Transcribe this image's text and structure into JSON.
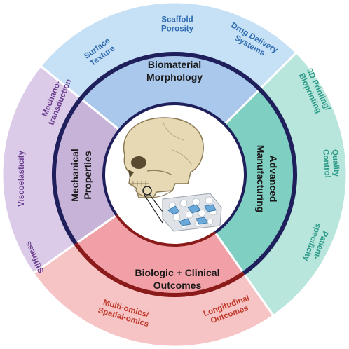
{
  "sectors": [
    {
      "id": "biomaterial",
      "title": [
        "Biomaterial",
        "Morphology"
      ],
      "color_inner": "#a9c8ec",
      "color_outer": "#c6e0f5",
      "text_color": "#2e6bb0",
      "outer_labels": [
        [
          "Surface",
          "Texture"
        ],
        [
          "Scaffold",
          "Porosity"
        ],
        [
          "Drug Delivery",
          "Systems"
        ]
      ]
    },
    {
      "id": "manufacturing",
      "title": [
        "Advanced",
        "Manufacturing"
      ],
      "color_inner": "#7fcfc2",
      "color_outer": "#b8e5dc",
      "text_color": "#2a9a87",
      "outer_labels": [
        [
          "3D Printing/",
          "Bioprinting"
        ],
        [
          "Quality",
          "Control"
        ],
        [
          "Patient-",
          "specificity"
        ]
      ]
    },
    {
      "id": "biologic",
      "title": [
        "Biologic + Clinical",
        "Outcomes"
      ],
      "color_inner": "#f0a0a6",
      "color_outer": "#f6c4c4",
      "text_color": "#c0392b",
      "outer_labels": [
        [
          "Multi-omics/",
          "Spatial-omics"
        ],
        [
          "Longitudinal",
          "Outcomes"
        ]
      ]
    },
    {
      "id": "mechanical",
      "title": [
        "Mechanical",
        "Properties"
      ],
      "color_inner": "#c7b2d8",
      "color_outer": "#dbcbe8",
      "text_color": "#6a3d8f",
      "outer_labels": [
        [
          "Mechano-",
          "transduction"
        ],
        [
          "Viscoelasticity"
        ],
        [
          "Stiffness"
        ]
      ]
    }
  ],
  "ring_colors": {
    "navy": "#1f1f5c",
    "dark_red": "#8b1a1a"
  },
  "center": {
    "image": "skull-with-scaffold-illustration"
  }
}
